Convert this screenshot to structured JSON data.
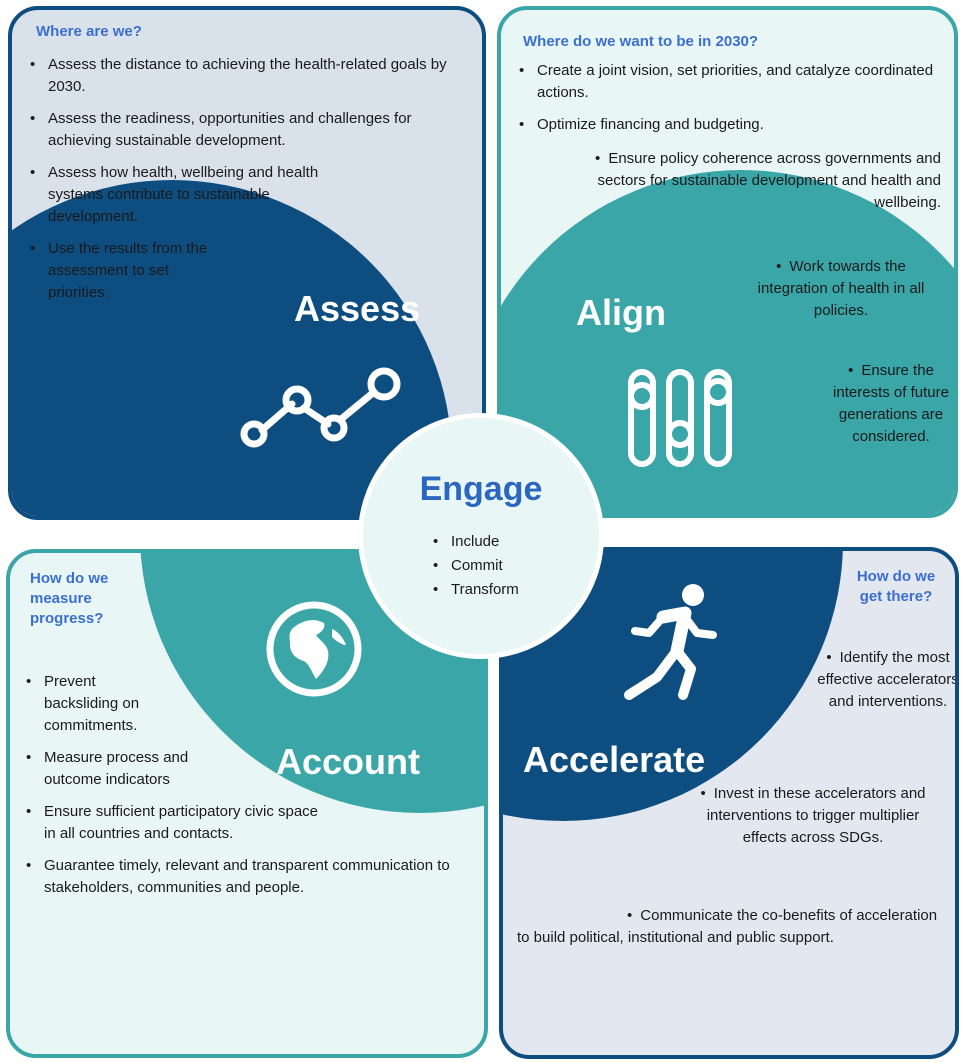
{
  "assess": {
    "heading": "Where are we?",
    "label": "Assess",
    "items": [
      "Assess the distance to achieving the health-related goals by 2030.",
      "Assess the readiness, opportunities and challenges for achieving sustainable development.",
      "Assess how  health, wellbeing and health systems contribute to sustainable development.",
      "Use the results from the  assessment to set priorities."
    ],
    "icon": "trend-line-icon"
  },
  "align": {
    "heading": "Where do we want to be in 2030?",
    "label": "Align",
    "items": [
      "Create a joint vision, set priorities, and catalyze coordinated actions.",
      "Optimize financing and budgeting.",
      "Ensure policy coherence across governments and sectors for sustainable development and health and wellbeing.",
      "Work towards the integration of health in all policies.",
      "Ensure the interests of future generations are considered."
    ],
    "icon": "sliders-icon"
  },
  "engage": {
    "title": "Engage",
    "items": [
      "Include",
      "Commit",
      "Transform"
    ]
  },
  "account": {
    "heading": "How do we measure progress?",
    "label": "Account",
    "items": [
      "Prevent backsliding on commitments.",
      "Measure process and outcome indicators",
      "Ensure sufficient  participatory civic space in all countries and contacts.",
      "Guarantee timely, relevant and transparent communication to stakeholders, communities  and people."
    ],
    "icon": "globe-icon"
  },
  "accelerate": {
    "heading": "How do we get there?",
    "label": "Accelerate",
    "items": [
      "Identify the most effective accelerators and interventions.",
      "Invest in these accelerators and interventions to trigger multiplier effects across SDGs.",
      "Communicate the co-benefits of acceleration to build political, institutional and public support."
    ],
    "icon": "runner-icon"
  },
  "colors": {
    "dark_blue": "#0d4d80",
    "teal": "#3aa6a8",
    "heading_blue": "#3b6fcf"
  }
}
